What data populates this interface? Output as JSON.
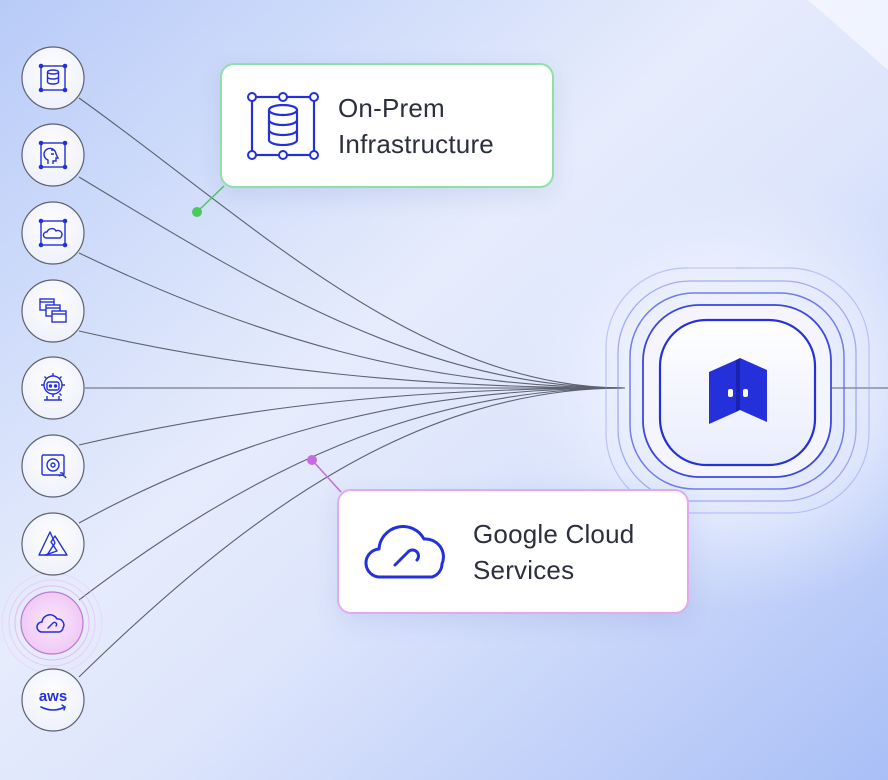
{
  "colors": {
    "accent": "#2430d9",
    "line": "#5d6170",
    "onprem_border": "#8fe0a6",
    "gcs_border": "#e3a9ef",
    "onprem_dot": "#4cc95e",
    "gcs_dot": "#c66ce0"
  },
  "sources": [
    {
      "icon": "database-icon"
    },
    {
      "icon": "ai-head-icon"
    },
    {
      "icon": "cloud-frame-icon"
    },
    {
      "icon": "windows-icon"
    },
    {
      "icon": "robot-gear-icon"
    },
    {
      "icon": "safe-icon"
    },
    {
      "icon": "azure-icon"
    },
    {
      "icon": "google-cloud-icon",
      "highlighted": true
    },
    {
      "icon": "aws-icon",
      "label": "aws"
    }
  ],
  "callouts": {
    "onprem": {
      "line1": "On-Prem",
      "line2": "Infrastructure",
      "icon": "database-icon"
    },
    "gcs": {
      "line1": "Google Cloud",
      "line2": "Services",
      "icon": "google-cloud-icon"
    }
  },
  "hub": {
    "icon": "brand-logo-icon"
  }
}
